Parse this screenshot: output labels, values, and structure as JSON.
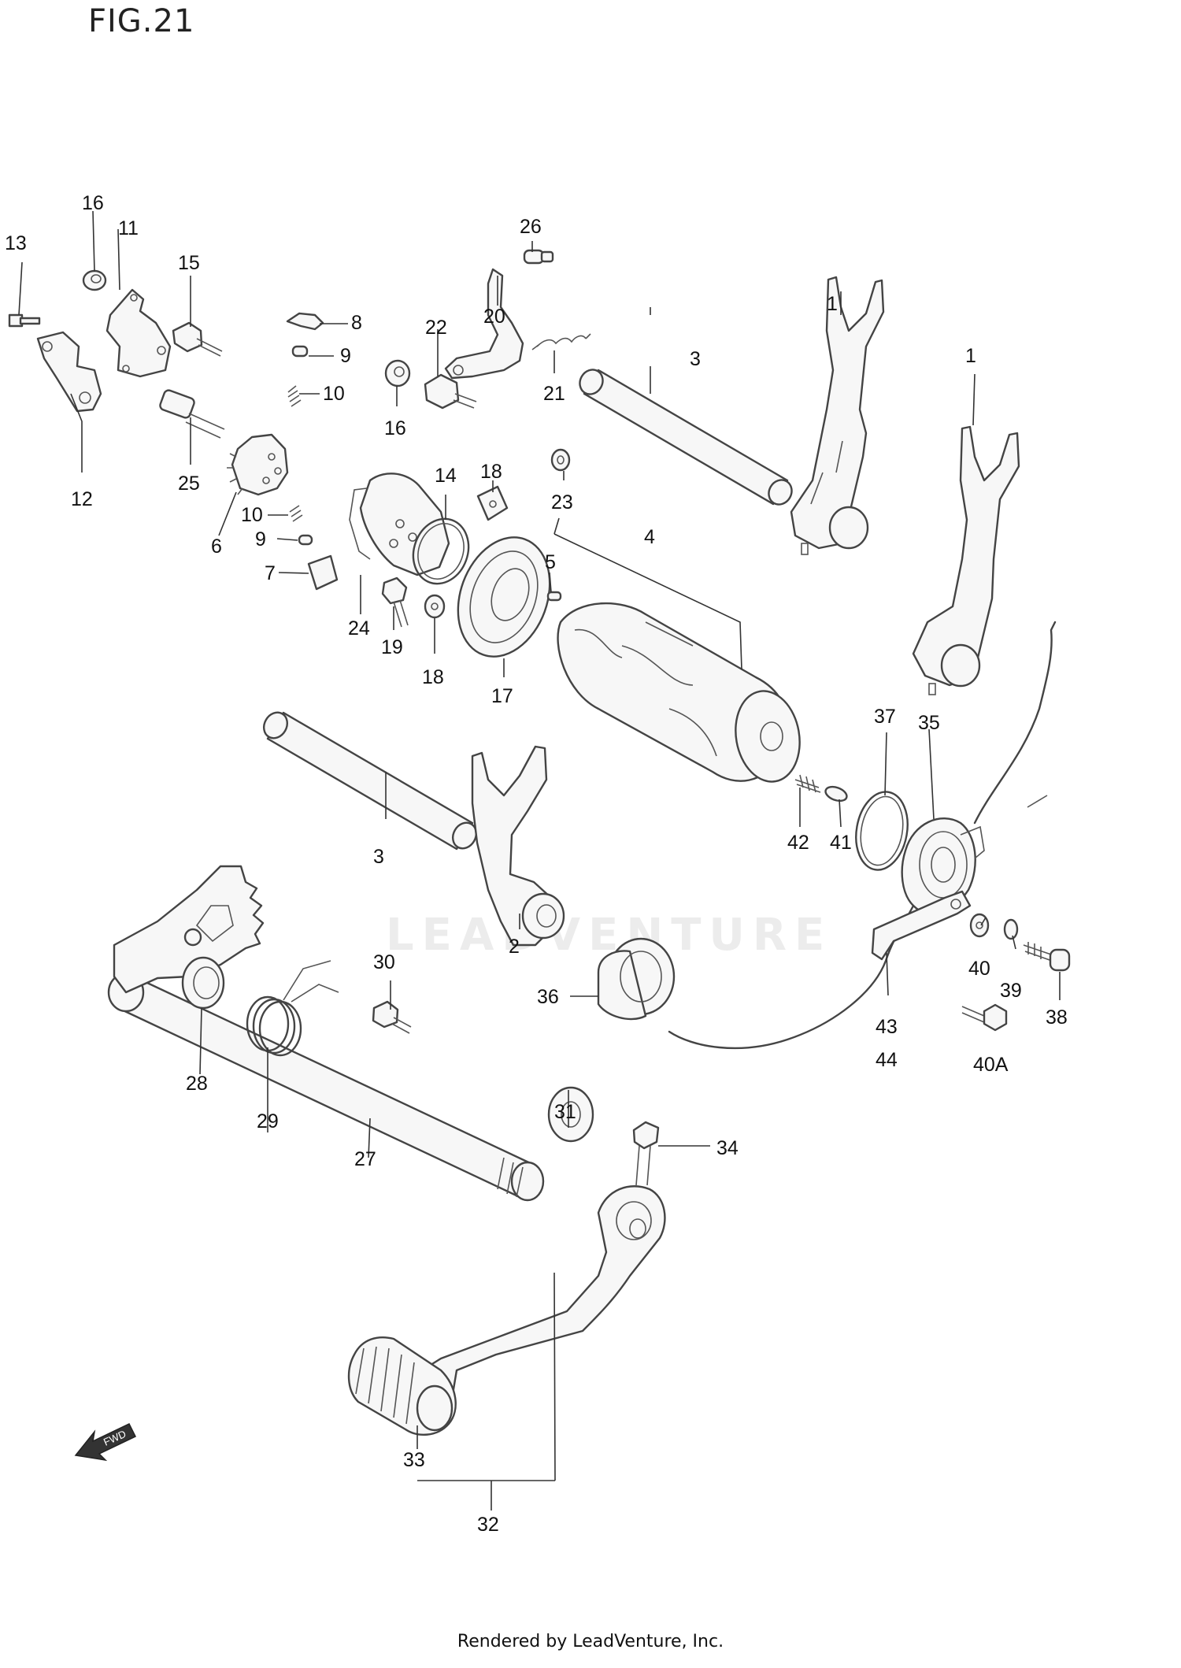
{
  "figure": {
    "title": "FIG.21",
    "footer": "Rendered by LeadVenture, Inc.",
    "watermark": "LEADVENTURE",
    "fwd_label": "FWD"
  },
  "callouts": [
    {
      "id": "c-1a",
      "text": "1"
    },
    {
      "id": "c-1b",
      "text": "1"
    },
    {
      "id": "c-2",
      "text": "2"
    },
    {
      "id": "c-3a",
      "text": "3"
    },
    {
      "id": "c-3b",
      "text": "3"
    },
    {
      "id": "c-4",
      "text": "4"
    },
    {
      "id": "c-5",
      "text": "5"
    },
    {
      "id": "c-6",
      "text": "6"
    },
    {
      "id": "c-7",
      "text": "7"
    },
    {
      "id": "c-8",
      "text": "8"
    },
    {
      "id": "c-9a",
      "text": "9"
    },
    {
      "id": "c-9b",
      "text": "9"
    },
    {
      "id": "c-10a",
      "text": "10"
    },
    {
      "id": "c-10b",
      "text": "10"
    },
    {
      "id": "c-11",
      "text": "11"
    },
    {
      "id": "c-12",
      "text": "12"
    },
    {
      "id": "c-13",
      "text": "13"
    },
    {
      "id": "c-14",
      "text": "14"
    },
    {
      "id": "c-15",
      "text": "15"
    },
    {
      "id": "c-16a",
      "text": "16"
    },
    {
      "id": "c-16b",
      "text": "16"
    },
    {
      "id": "c-17",
      "text": "17"
    },
    {
      "id": "c-18a",
      "text": "18"
    },
    {
      "id": "c-18b",
      "text": "18"
    },
    {
      "id": "c-19",
      "text": "19"
    },
    {
      "id": "c-20",
      "text": "20"
    },
    {
      "id": "c-21",
      "text": "21"
    },
    {
      "id": "c-22",
      "text": "22"
    },
    {
      "id": "c-23",
      "text": "23"
    },
    {
      "id": "c-24",
      "text": "24"
    },
    {
      "id": "c-25",
      "text": "25"
    },
    {
      "id": "c-26",
      "text": "26"
    },
    {
      "id": "c-27",
      "text": "27"
    },
    {
      "id": "c-28",
      "text": "28"
    },
    {
      "id": "c-29",
      "text": "29"
    },
    {
      "id": "c-30",
      "text": "30"
    },
    {
      "id": "c-31",
      "text": "31"
    },
    {
      "id": "c-32",
      "text": "32"
    },
    {
      "id": "c-33",
      "text": "33"
    },
    {
      "id": "c-34",
      "text": "34"
    },
    {
      "id": "c-35",
      "text": "35"
    },
    {
      "id": "c-36",
      "text": "36"
    },
    {
      "id": "c-37",
      "text": "37"
    },
    {
      "id": "c-38",
      "text": "38"
    },
    {
      "id": "c-39",
      "text": "39"
    },
    {
      "id": "c-40",
      "text": "40"
    },
    {
      "id": "c-40A",
      "text": "40A"
    },
    {
      "id": "c-41",
      "text": "41"
    },
    {
      "id": "c-42",
      "text": "42"
    },
    {
      "id": "c-43",
      "text": "43"
    },
    {
      "id": "c-44",
      "text": "44"
    }
  ]
}
